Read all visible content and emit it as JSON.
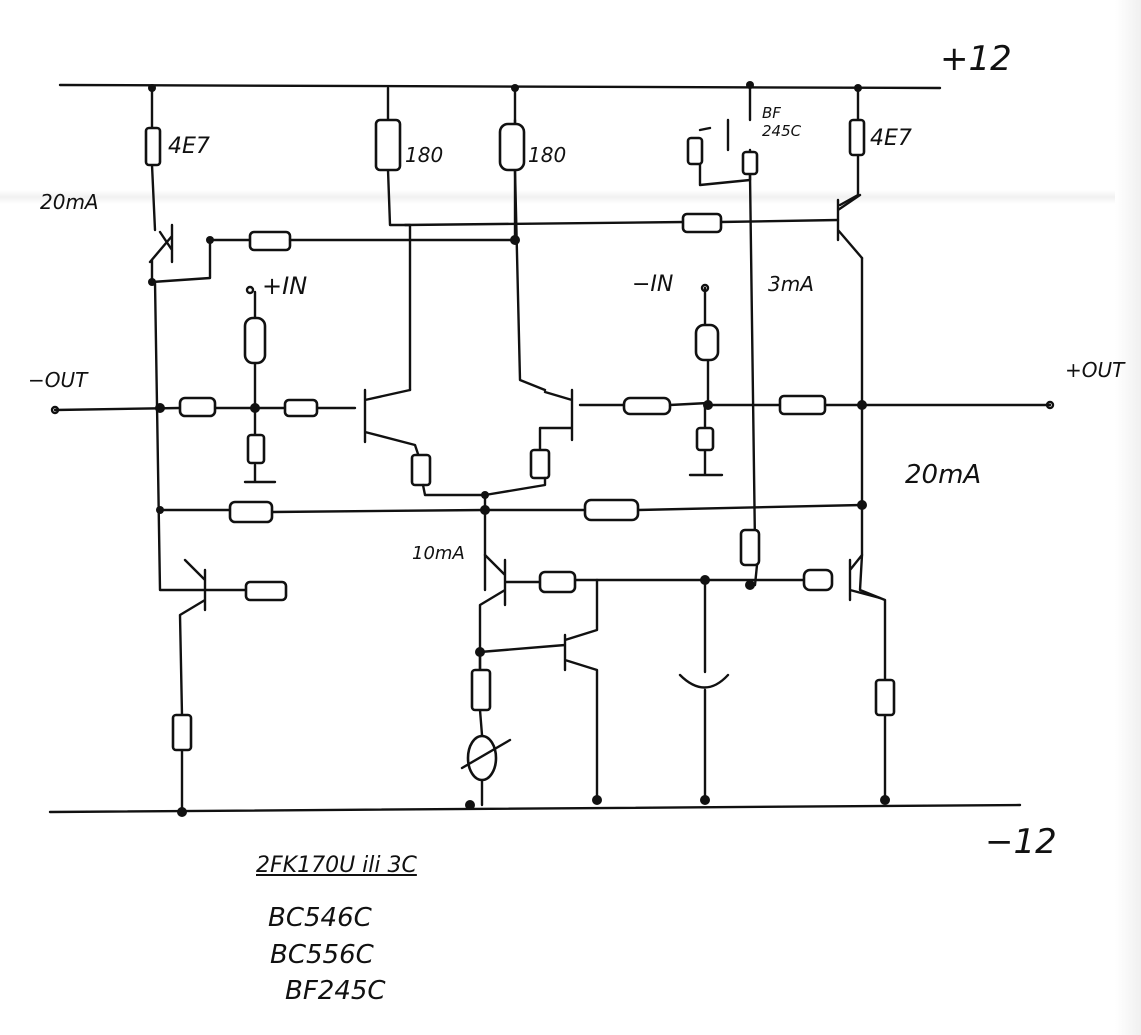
{
  "labels": {
    "plus12": "+12",
    "minus12": "−12",
    "r_top_left": "4E7",
    "r_top_right": "4E7",
    "r_180_a": "180",
    "r_180_b": "180",
    "jfet": "BF\n245C",
    "current_20ma_left": "20mA",
    "current_20ma_right": "20mA",
    "current_3ma": "3mA",
    "current_10ma": "10mA",
    "plus_in": "+IN",
    "minus_in": "−IN",
    "minus_out": "−OUT",
    "plus_out": "+OUT"
  },
  "notes": {
    "heading": "2FK170U ili 3C",
    "parts": [
      "BC546C",
      "BC556C",
      "BF245C"
    ]
  }
}
